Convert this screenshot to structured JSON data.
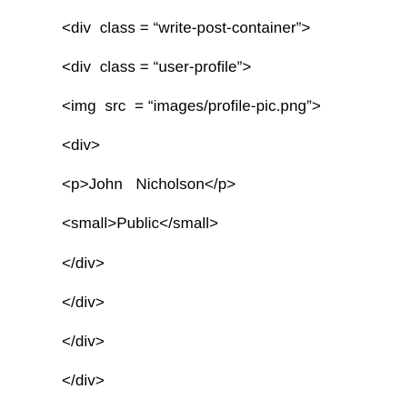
{
  "document": {
    "lines": [
      "<div  class = “write-post-container”>",
      "<div  class = “user-profile”>",
      "<img  src  = “images/profile-pic.png”>",
      "<div>",
      "<p>John   Nicholson</p>",
      "<small>Public</small>",
      "</div>",
      "</div>",
      "</div>",
      "</div>"
    ]
  }
}
